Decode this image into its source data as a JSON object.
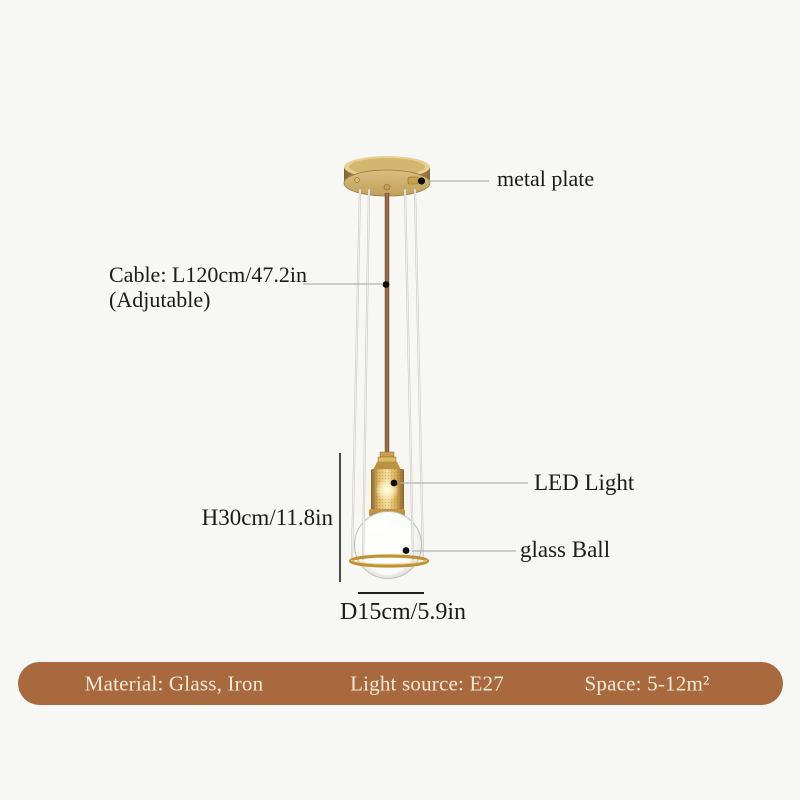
{
  "product": {
    "type": "pendant-lamp-spec-image"
  },
  "annotations": {
    "metal_plate": "metal plate",
    "cable_line1": "Cable: L120cm/47.2in",
    "cable_line2": "(Adjutable)",
    "led_light": "LED Light",
    "glass_ball": "glass Ball"
  },
  "dimensions": {
    "height": "H30cm/11.8in",
    "diameter": "D15cm/5.9in"
  },
  "spec_bar": {
    "material": "Material: Glass, Iron",
    "light_source": "Light source: E27",
    "space": "Space: 5-12m²"
  },
  "colors": {
    "background": "#f7f7f6",
    "spec_bar_background": "#a8693f",
    "spec_bar_text": "#f2e9d8",
    "brass_gold": "#d9b05c",
    "copper_cable": "#a97a52",
    "annotation_text": "#1b1b1b",
    "leader_line": "#b3b3b0"
  }
}
